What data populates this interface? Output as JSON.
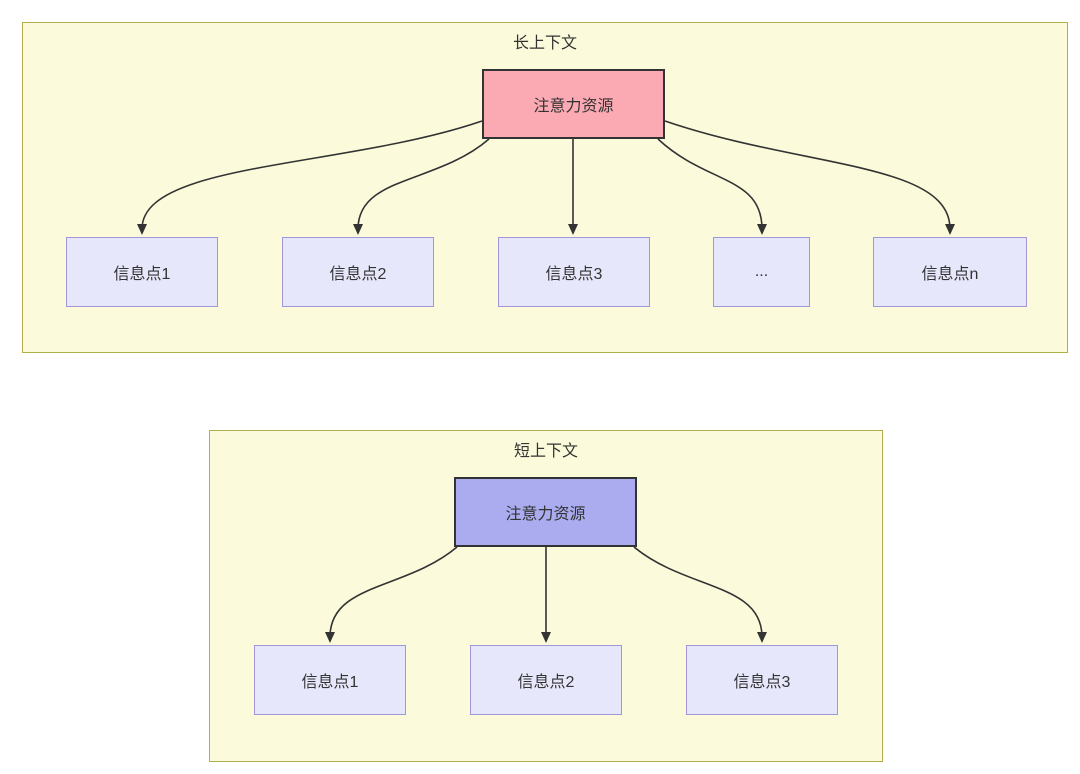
{
  "colors": {
    "canvas_bg": "#ffffff",
    "group_fill": "#fbfbdc",
    "group_border": "#b0b04a",
    "node_fill": "#e7e7fc",
    "node_border": "#a396d8",
    "root_border": "#333333",
    "long_root_fill": "#fba9b3",
    "short_root_fill": "#aaacef",
    "edge_color": "#333333",
    "text_color": "#333333"
  },
  "diagrams": [
    {
      "title": "长上下文",
      "root": {
        "label": "注意力资源"
      },
      "nodes": [
        {
          "label": "信息点1"
        },
        {
          "label": "信息点2"
        },
        {
          "label": "信息点3"
        },
        {
          "label": "..."
        },
        {
          "label": "信息点n"
        }
      ]
    },
    {
      "title": "短上下文",
      "root": {
        "label": "注意力资源"
      },
      "nodes": [
        {
          "label": "信息点1"
        },
        {
          "label": "信息点2"
        },
        {
          "label": "信息点3"
        }
      ]
    }
  ]
}
